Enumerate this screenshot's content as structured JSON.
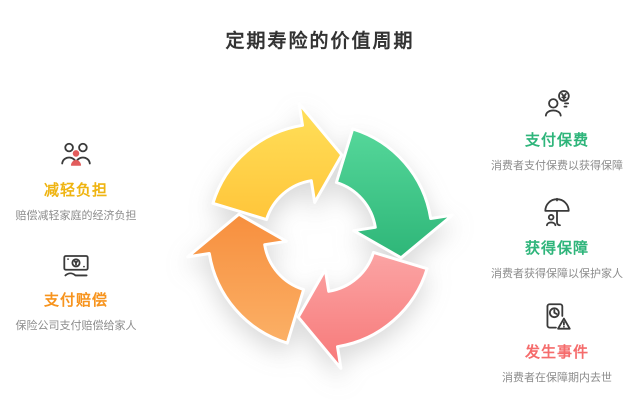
{
  "page": {
    "title": "定期寿险的价值周期",
    "background": "#ffffff"
  },
  "cycle": {
    "arrows": [
      {
        "name": "premium-arrow",
        "color": "#FFE05A",
        "color2": "#FFC53A"
      },
      {
        "name": "protection-arrow",
        "color": "#55D79A",
        "color2": "#2EB678"
      },
      {
        "name": "event-arrow",
        "color": "#FBA4A4",
        "color2": "#F77878"
      },
      {
        "name": "compensation-arrow",
        "color": "#FBB066",
        "color2": "#F78F3E"
      }
    ]
  },
  "right_steps": [
    {
      "title": "支付保费",
      "desc": "消费者支付保费以获得保障",
      "color": "#2FB57B",
      "icon": "premium-payment-icon"
    },
    {
      "title": "获得保障",
      "desc": "消费者获得保障以保护家人",
      "color": "#2FB57B",
      "icon": "protection-umbrella-icon"
    },
    {
      "title": "发生事件",
      "desc": "消费者在保障期内去世",
      "color": "#F56C6C",
      "icon": "event-warning-icon"
    }
  ],
  "left_steps": [
    {
      "title": "减轻负担",
      "desc": "赔偿减轻家庭的经济负担",
      "color": "#EFB411",
      "icon": "family-burden-icon"
    },
    {
      "title": "支付赔偿",
      "desc": "保险公司支付赔偿给家人",
      "color": "#F7941E",
      "icon": "pay-compensation-icon"
    }
  ]
}
